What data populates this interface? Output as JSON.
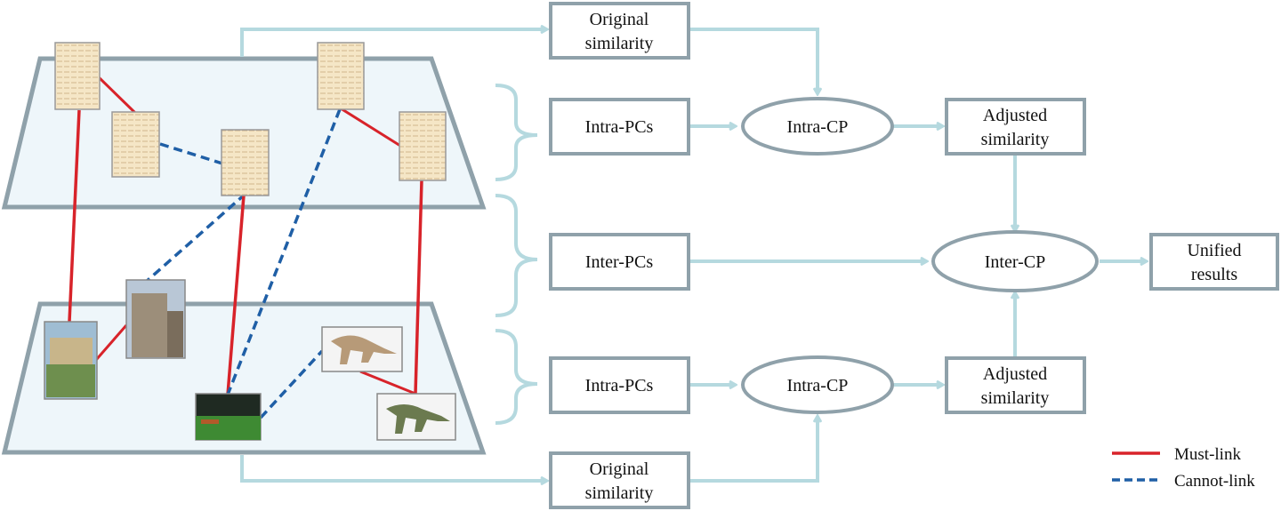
{
  "colors": {
    "box_border": "#8fa1aa",
    "arrow": "#b5d9df",
    "plane_fill": "#eef6fa",
    "plane_border": "#8fa1aa",
    "doc_fill": "#f5e6c6",
    "must_link": "#d8232a",
    "cannot_link": "#1f5fa6"
  },
  "boxes": {
    "orig_sim_top": {
      "line1": "Original",
      "line2": "similarity"
    },
    "intra_pcs_top": "Intra-PCs",
    "adj_sim_top": {
      "line1": "Adjusted",
      "line2": "similarity"
    },
    "inter_pcs": "Inter-PCs",
    "unified": {
      "line1": "Unified",
      "line2": "results"
    },
    "intra_pcs_bottom": "Intra-PCs",
    "adj_sim_bottom": {
      "line1": "Adjusted",
      "line2": "similarity"
    },
    "orig_sim_bottom": {
      "line1": "Original",
      "line2": "similarity"
    }
  },
  "ellipses": {
    "intra_cp_top": "Intra-CP",
    "inter_cp": "Inter-CP",
    "intra_cp_bottom": "Intra-CP"
  },
  "legend": {
    "must_link": "Must-link",
    "cannot_link": "Cannot-link"
  },
  "icons": [
    "text-document-icon",
    "building-photo-icon",
    "stadium-photo-icon",
    "dinosaur-photo-icon"
  ]
}
